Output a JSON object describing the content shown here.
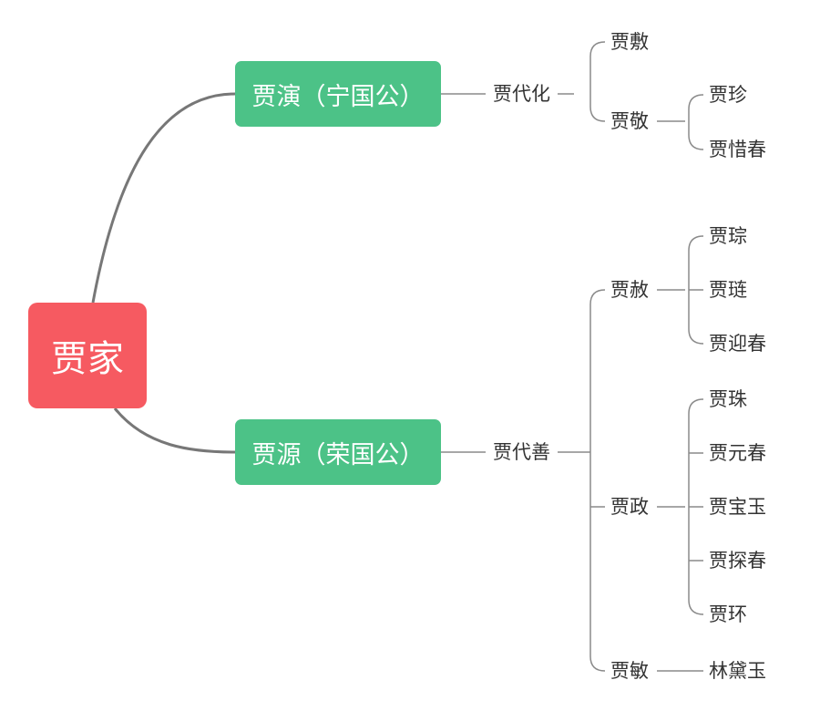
{
  "colors": {
    "root": "#f65a61",
    "branch": "#4cc287",
    "link_main": "#777777",
    "link_leaf": "#8a8a8a",
    "text": "#333333"
  },
  "root": {
    "label": "贾家"
  },
  "branches": {
    "ningguo": {
      "label": "贾演（宁国公）"
    },
    "rongguo": {
      "label": "贾源（荣国公）"
    }
  },
  "ningguo_tree": {
    "daihua": "贾代化",
    "fu": "贾敷",
    "jing": "贾敬",
    "zhen": "贾珍",
    "xichun": "贾惜春"
  },
  "rongguo_tree": {
    "daishan": "贾代善",
    "she": "贾赦",
    "cong": "贾琮",
    "lian": "贾琏",
    "yingchun": "贾迎春",
    "zheng": "贾政",
    "zhu": "贾珠",
    "yuanchun": "贾元春",
    "baoyu": "贾宝玉",
    "tanchun": "贾探春",
    "huan": "贾环",
    "min": "贾敏",
    "daiyu": "林黛玉"
  }
}
